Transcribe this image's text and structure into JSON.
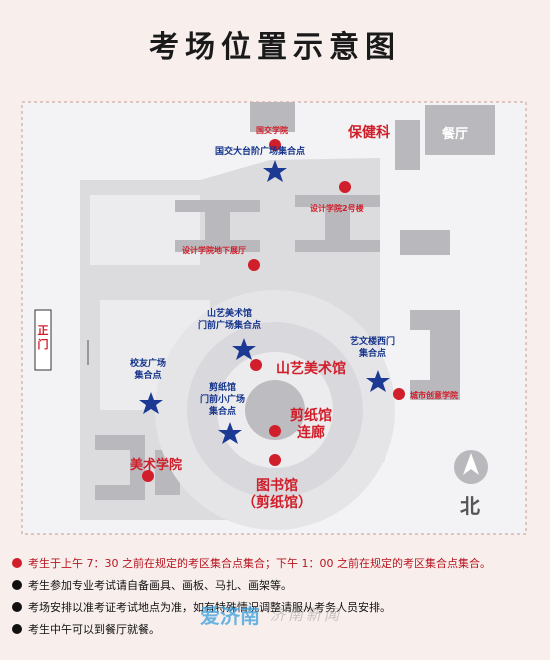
{
  "title": "考场位置示意图",
  "colors": {
    "road": "#dcdcde",
    "building": "#b9b9bd",
    "label_red": "#d01e2a",
    "star": "#1c3a94",
    "frame": "#c99a94"
  },
  "places": {
    "guojiao": "国交学院",
    "baojianke": "保健科",
    "canting": "餐厅",
    "guojiao_square": "国交大台阶广场集合点",
    "sheji2": "设计学院2号楼",
    "sheji_basement": "设计学院地下展厅",
    "shanyi_square": [
      "山艺美术馆",
      "门前广场集合点"
    ],
    "shanyi_museum": "山艺美术馆",
    "yiwen_west": [
      "艺文楼西门",
      "集合点"
    ],
    "chengshi": "城市创意学院",
    "xiaoyou": [
      "校友广场",
      "集合点"
    ],
    "jianzhi_square": [
      "剪纸馆",
      "门前小广场",
      "集合点"
    ],
    "jianzhi_corridor": [
      "剪纸馆",
      "连廊"
    ],
    "meishu": "美术学院",
    "library": [
      "图书馆",
      "（剪纸馆）"
    ],
    "zhengmen": "正门",
    "north": "北"
  },
  "notes": [
    "考生于上午 7：30 之前在规定的考区集合点集合；下午 1：00 之前在规定的考区集合点集合。",
    "考生参加专业考试请自备画具、画板、马扎、画架等。",
    "考场安排以准考证考试地点为准，如有特殊情况调整请服从考务人员安排。",
    "考生中午可以到餐厅就餐。"
  ],
  "watermark": "爱济南",
  "watermark2": "济南新闻"
}
